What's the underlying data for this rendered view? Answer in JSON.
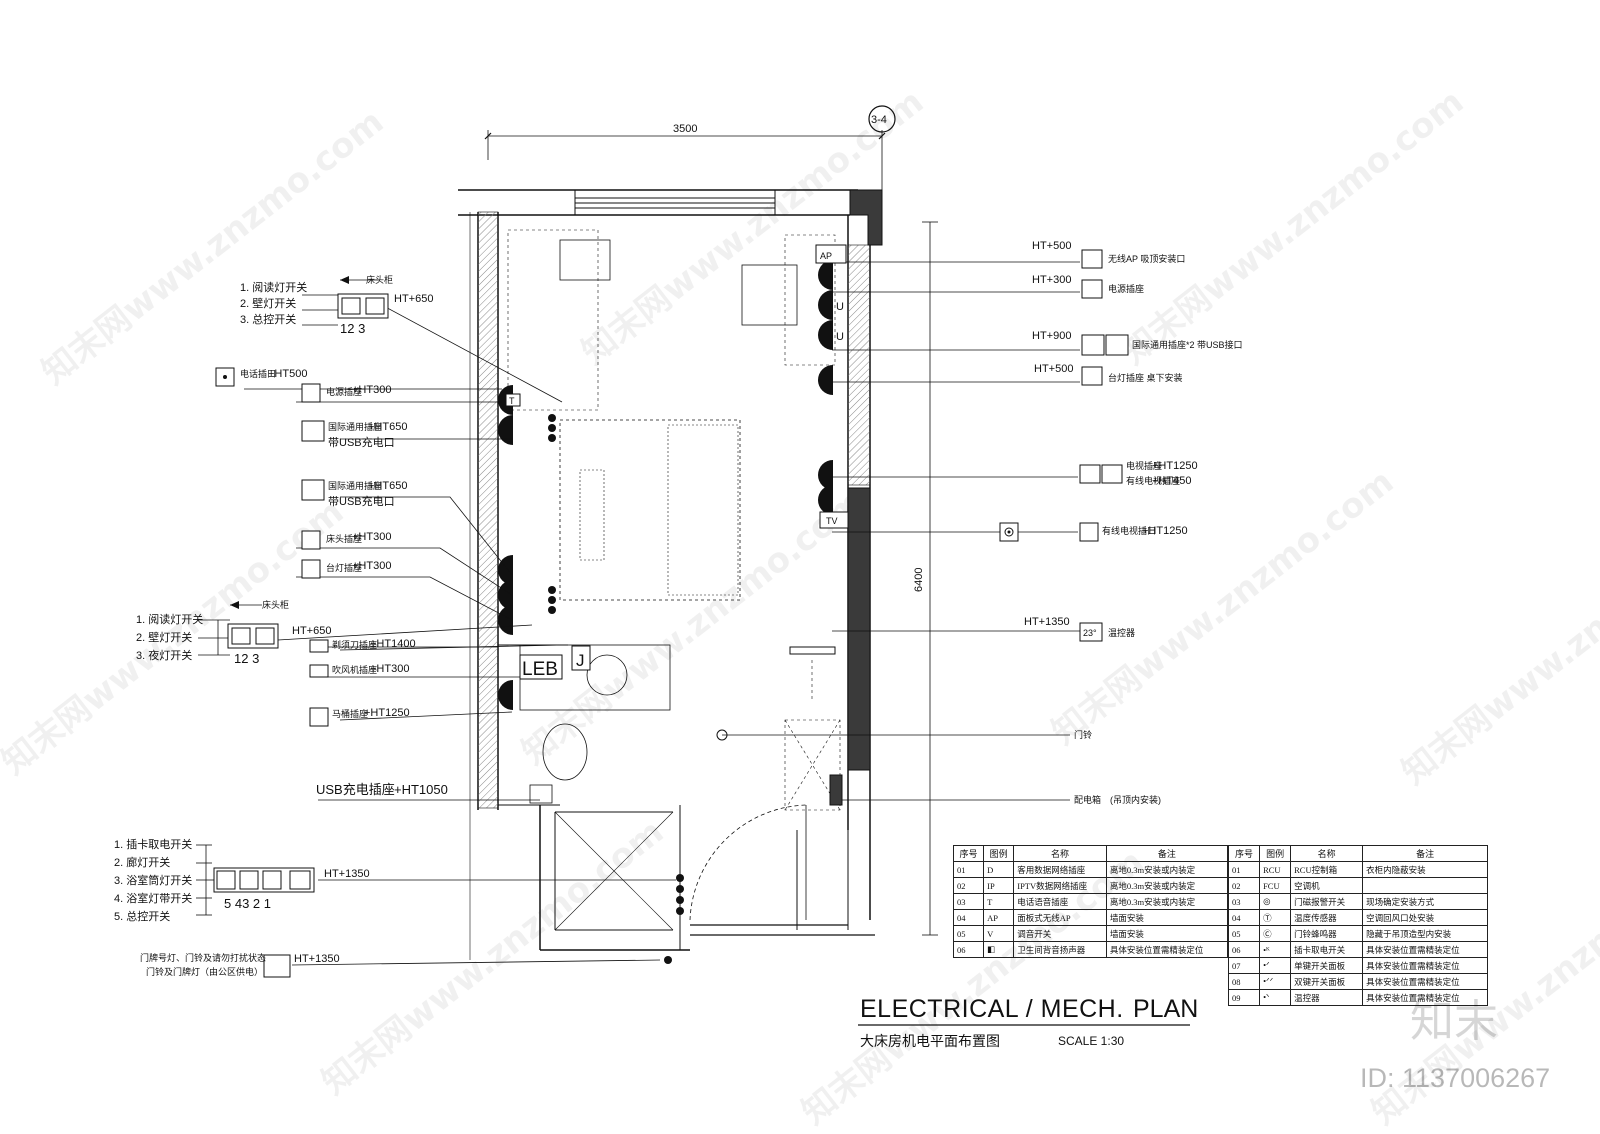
{
  "dimensions": {
    "width": "3500",
    "height": "6400",
    "grid_tag": "3-4"
  },
  "left_switch_group_1": {
    "items": [
      "1. 阅读灯开关",
      "2. 壁灯开关",
      "3. 总控开关"
    ],
    "arrow_note": "床头柜",
    "numbers": "12 3",
    "height": "HT+650"
  },
  "left_switch_group_2": {
    "items": [
      "1. 阅读灯开关",
      "2. 壁灯开关",
      "3. 夜灯开关"
    ],
    "arrow_note": "床头柜",
    "numbers": "12 3",
    "height": "HT+650"
  },
  "left_labels": [
    {
      "name": "电话插口",
      "height": "+HT500"
    },
    {
      "name": "电源插座",
      "height": "+HT300"
    },
    {
      "name": "国际通用插座",
      "height": "+HT650",
      "note": "带USB充电口"
    },
    {
      "name": "国际通用插座",
      "height": "+HT650",
      "note": "带USB充电口"
    },
    {
      "name": "床头插座",
      "height": "+HT300"
    },
    {
      "name": "台灯插座",
      "height": "+HT300"
    },
    {
      "name": "剃须刀插座",
      "height": "+HT1400"
    },
    {
      "name": "吹风机插座",
      "height": "+HT300"
    },
    {
      "name": "马桶插座",
      "height": "+HT1250"
    }
  ],
  "usb_label": {
    "text": "USB充电插座",
    "height": "+HT1050"
  },
  "entry_switch_group": {
    "items": [
      "1. 插卡取电开关",
      "2. 廊灯开关",
      "3. 浴室筒灯开关",
      "4. 浴室灯带开关",
      "5. 总控开关"
    ],
    "numbers": "5 43 2 1",
    "height": "HT+1350"
  },
  "doorbell": {
    "lines": [
      "门牌号灯、门铃及请勿打扰状态",
      "门铃及门牌灯（由公区供电）"
    ],
    "height": "HT+1350"
  },
  "fixture_tags": {
    "leb": "LEB",
    "j": "J",
    "ap": "AP",
    "tv": "TV",
    "u1": "U",
    "u2": "U",
    "t": "T"
  },
  "right_labels": [
    {
      "height": "HT+500",
      "name": "无线AP 吸顶安装口"
    },
    {
      "height": "HT+300",
      "name": "电源插座"
    },
    {
      "height": "HT+900",
      "name": "国际通用插座*2 带USB接口"
    },
    {
      "height": "HT+500",
      "name": "台灯插座 桌下安装"
    },
    {
      "name": "电视插座",
      "height": "+HT1250",
      "name2": "有线电视插座",
      "height2": "+HT450"
    },
    {
      "name": "有线电视插口",
      "height": "+HT1250"
    },
    {
      "height": "HT+1350",
      "name": "温控器",
      "display": "23°"
    },
    {
      "name": "门铃"
    },
    {
      "name": "配电箱",
      "note": "(吊顶内安装)"
    }
  ],
  "legend": {
    "headers": [
      "序号",
      "图例",
      "名称",
      "备注"
    ],
    "left_rows": [
      {
        "no": "01",
        "sym": "D",
        "name": "客用数据网络插座",
        "note": "离地0.3m安装或内装定"
      },
      {
        "no": "02",
        "sym": "IP",
        "name": "IPTV数据网络插座",
        "note": "离地0.3m安装或内装定"
      },
      {
        "no": "03",
        "sym": "T",
        "name": "电话语音插座",
        "note": "离地0.3m安装或内装定"
      },
      {
        "no": "04",
        "sym": "AP",
        "name": "面板式无线AP",
        "note": "墙面安装"
      },
      {
        "no": "05",
        "sym": "V",
        "name": "调音开关",
        "note": "墙面安装"
      },
      {
        "no": "06",
        "sym": "◧",
        "name": "卫生间背音扬声器",
        "note": "具体安装位置需精装定位"
      }
    ],
    "right_rows": [
      {
        "no": "01",
        "sym": "RCU",
        "name": "RCU控制箱",
        "note": "衣柜内隐蔽安装"
      },
      {
        "no": "02",
        "sym": "FCU",
        "name": "空调机",
        "note": ""
      },
      {
        "no": "03",
        "sym": "◎",
        "name": "门磁报警开关",
        "note": "现场确定安装方式"
      },
      {
        "no": "04",
        "sym": "Ⓣ",
        "name": "温度传感器",
        "note": "空调回风口处安装"
      },
      {
        "no": "05",
        "sym": "Ⓒ",
        "name": "门铃蜂鸣器",
        "note": "隐藏于吊顶造型内安装"
      },
      {
        "no": "06",
        "sym": "•ᴷ",
        "name": "插卡取电开关",
        "note": "具体安装位置需精装定位"
      },
      {
        "no": "07",
        "sym": "•ᐟ",
        "name": "单键开关面板",
        "note": "具体安装位置需精装定位"
      },
      {
        "no": "08",
        "sym": "•ᐟᐟ",
        "name": "双键开关面板",
        "note": "具体安装位置需精装定位"
      },
      {
        "no": "09",
        "sym": "•ᐠ",
        "name": "温控器",
        "note": "具体安装位置需精装定位"
      }
    ]
  },
  "title_block": {
    "title": "ELECTRICAL / MECH.",
    "title2": "PLAN",
    "subtitle": "大床房机电平面布置图",
    "scale": "SCALE   1:30"
  },
  "watermark": {
    "site": "知末网www.znzmo.com",
    "brand": "知末",
    "id": "ID: 1137006267"
  }
}
